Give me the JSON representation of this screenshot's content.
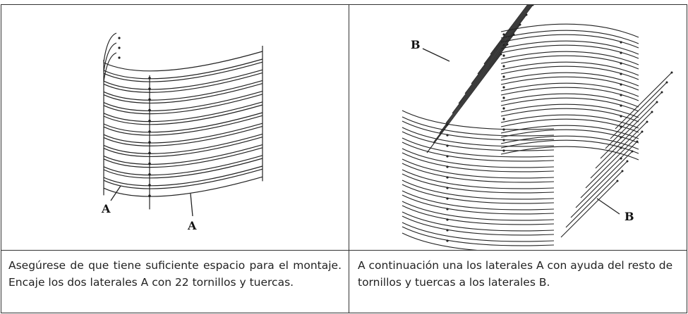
{
  "step_left": {
    "labels": [
      "A",
      "A"
    ],
    "caption": "Asegúrese de que tiene suficiente espacio para el montaje. Encaje los dos laterales A con 22 tornillos y tuercas."
  },
  "step_right": {
    "labels": [
      "B",
      "B"
    ],
    "caption": "A continuación una los laterales A con ayuda del resto de tornillos y tuercas a los laterales B."
  }
}
